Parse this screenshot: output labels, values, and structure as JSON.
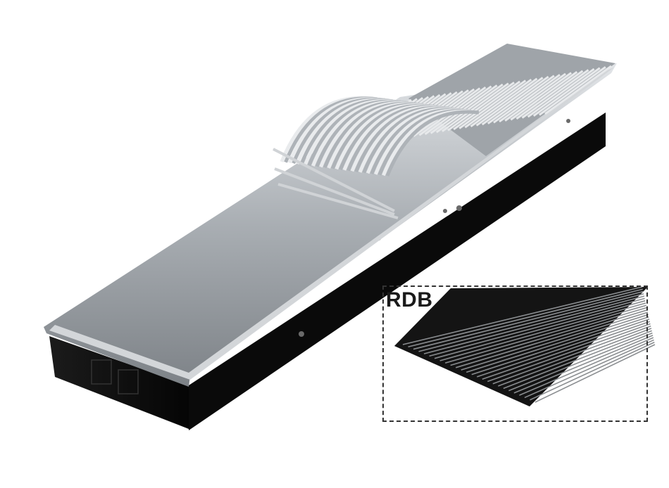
{
  "product": {
    "description": "trench-convector-with-rolled-grille",
    "colors": {
      "trench_body": "#0d0d0d",
      "frame": "#b8bcc0",
      "grille_silver": "#c9cdd1",
      "background": "#ffffff"
    }
  },
  "inset": {
    "label": "RDB",
    "grille_color": "#1a1a1a",
    "border_style": "dashed"
  }
}
